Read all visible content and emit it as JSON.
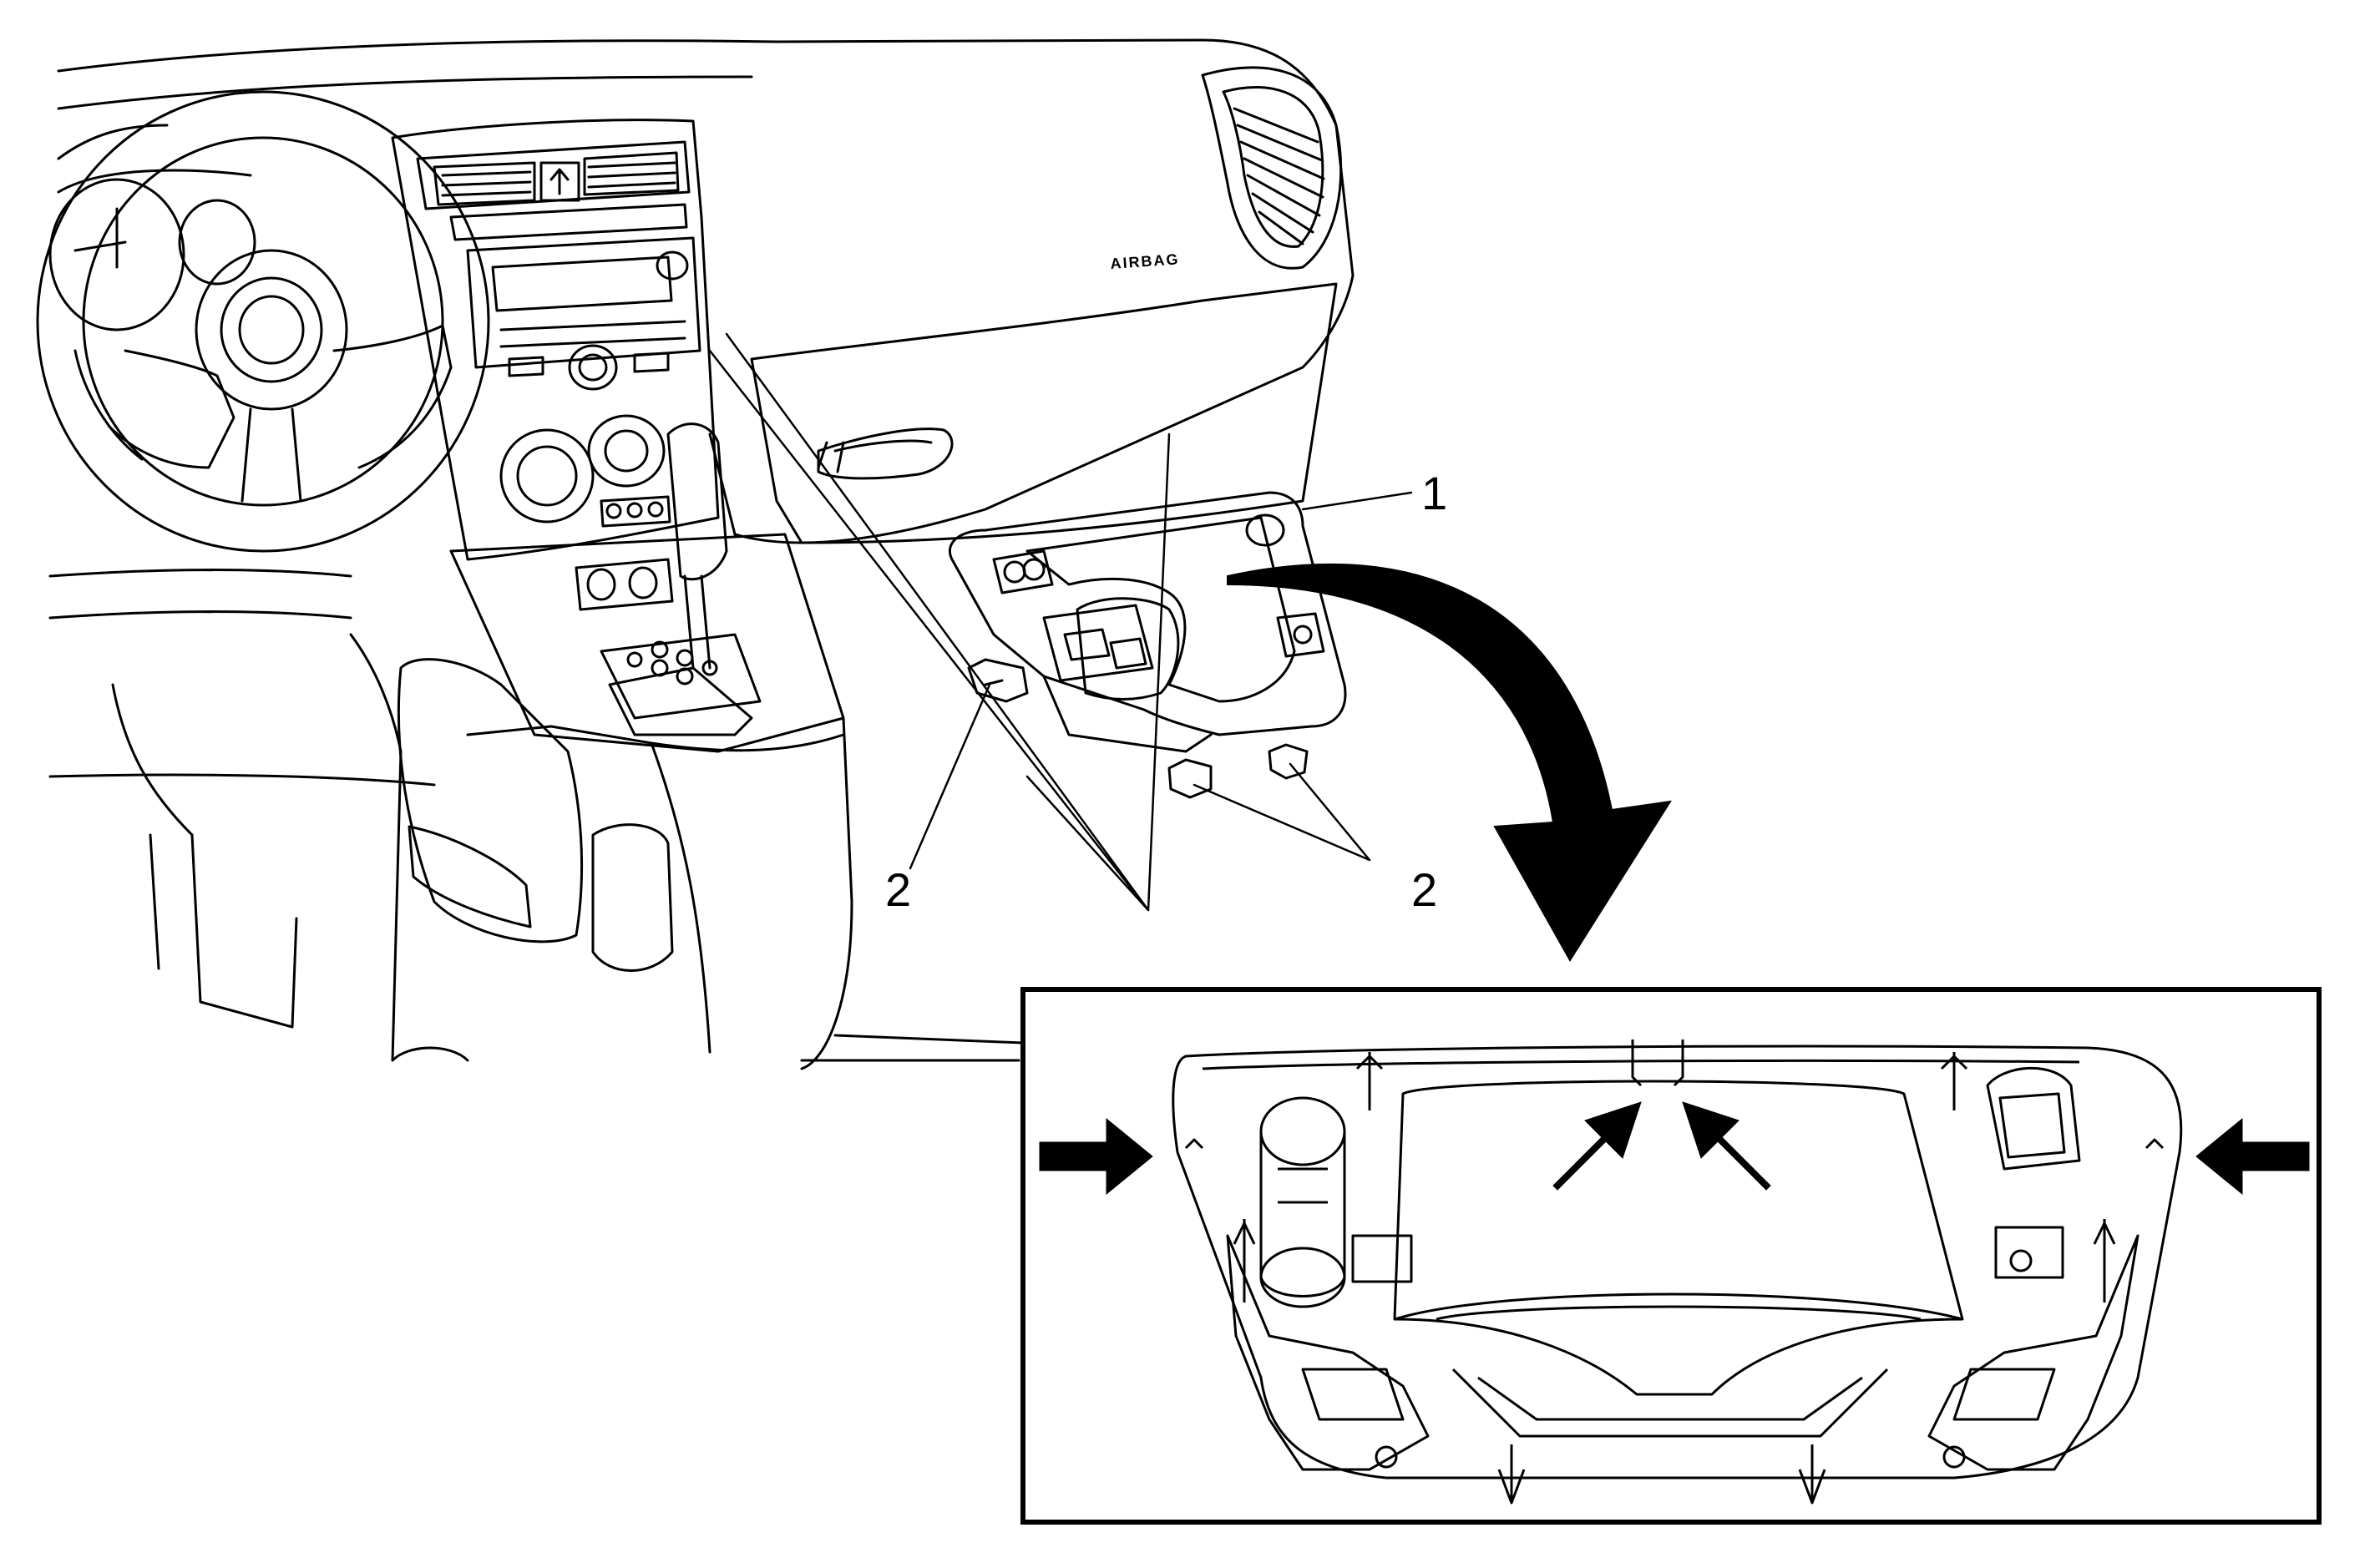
{
  "labels": {
    "part_1": "1",
    "fastener_left": "2",
    "fastener_right": "2",
    "airbag_text": "AIRBAG"
  },
  "colors": {
    "line": "#000000",
    "background": "#ffffff"
  }
}
